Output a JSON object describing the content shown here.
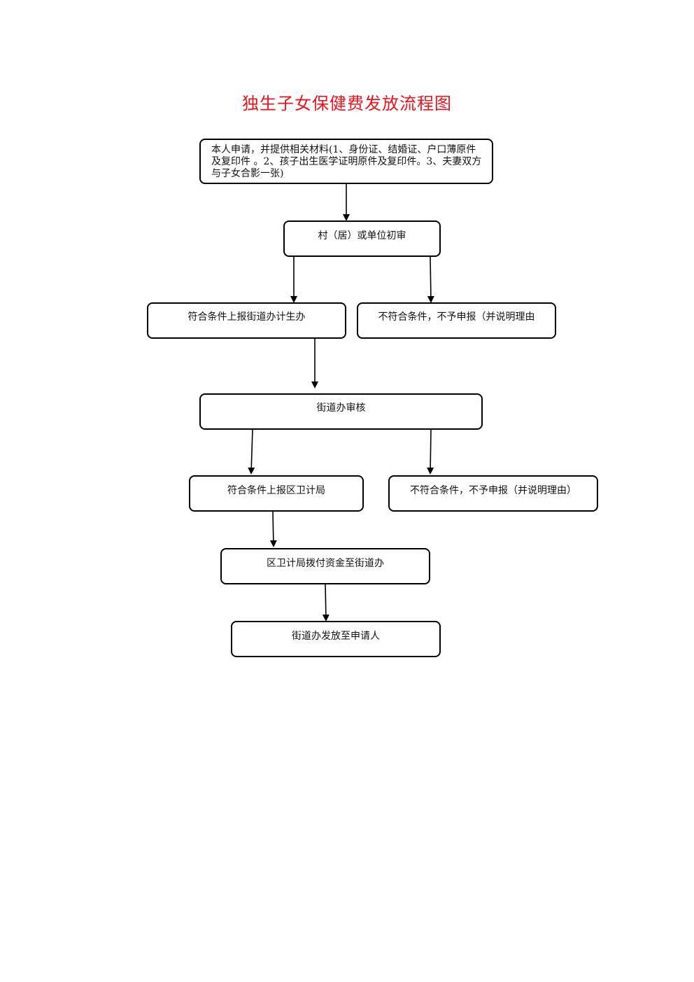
{
  "title": "独生子女保健费发放流程图",
  "nodes": {
    "apply": "本人申请，并提供相关材料(1、身份证、结婚证、户口薄原件及复印件 。2、孩子出生医学证明原件及复印件。3、夫妻双方与子女合影一张)",
    "initial_review": "村（居）或单位初审",
    "eligible_to_street": "符合条件上报街道办计生办",
    "ineligible_1": "不符合条件，不予申报（并说明理由",
    "street_review": "街道办审核",
    "eligible_to_district": "符合条件上报区卫计局",
    "ineligible_2": "不符合条件，不予申报（并说明理由）",
    "district_funds": "区卫计局拨付资金至街道办",
    "street_distribute": "街道办发放至申请人"
  },
  "colors": {
    "title": "#e8141c",
    "line": "#000000"
  }
}
